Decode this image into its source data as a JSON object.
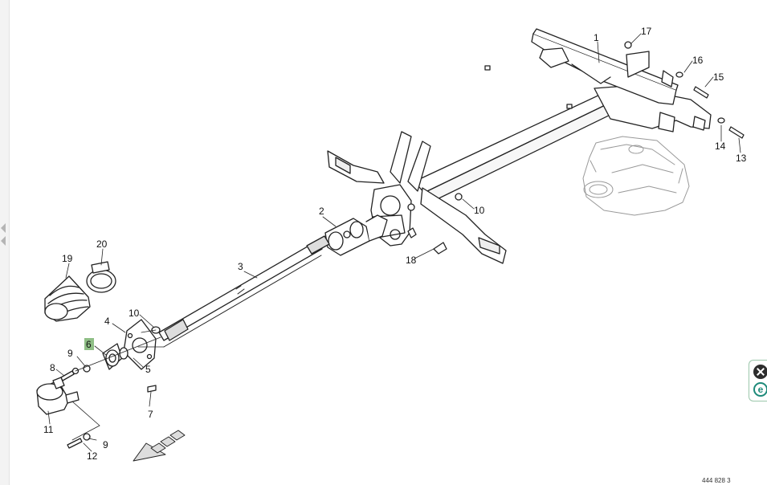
{
  "diagram": {
    "drawing_number": "444 828 3",
    "highlighted_callout": "6",
    "callouts": {
      "c1": "1",
      "c2": "2",
      "c3": "3",
      "c4": "4",
      "c5": "5",
      "c6": "6",
      "c7": "7",
      "c8": "8",
      "c9a": "9",
      "c9b": "9",
      "c10a": "10",
      "c10b": "10",
      "c11": "11",
      "c12": "12",
      "c13": "13",
      "c14": "14",
      "c15": "15",
      "c16": "16",
      "c17": "17",
      "c18": "18",
      "c19": "19",
      "c20": "20"
    }
  },
  "side_tools": {
    "close_icon": "close-icon",
    "edit_icon": "edit-icon",
    "edit_glyph": "e"
  },
  "colors": {
    "line": "#222222",
    "highlight": "#8fbf86",
    "accent": "#1e8a7a"
  }
}
